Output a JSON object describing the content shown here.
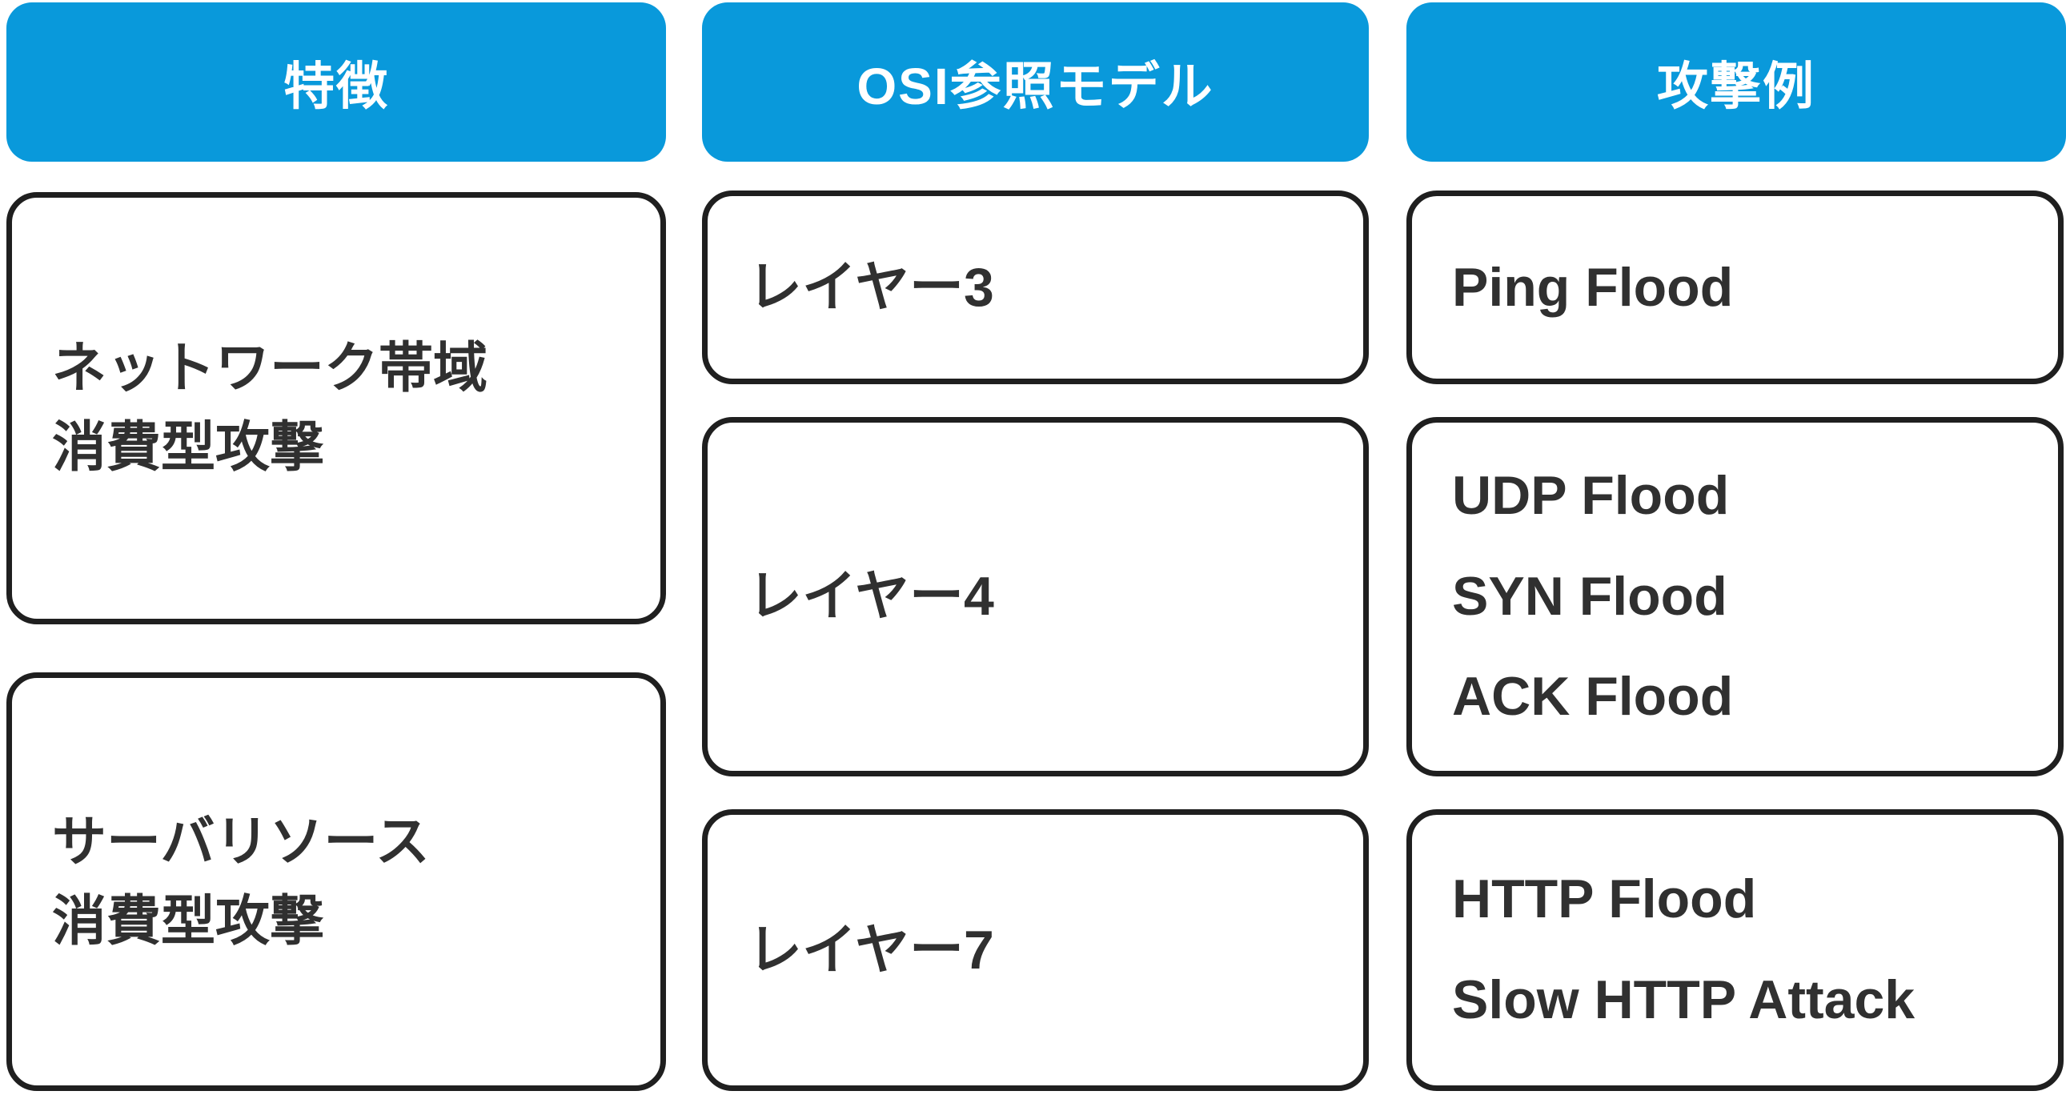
{
  "diagram": {
    "columns": [
      {
        "header": "特徴",
        "cells": [
          {
            "lines": [
              "ネットワーク帯域",
              "消費型攻撃"
            ]
          },
          {
            "lines": [
              "サーバリソース",
              "消費型攻撃"
            ]
          }
        ]
      },
      {
        "header": "OSI参照モデル",
        "cells": [
          {
            "lines": [
              "レイヤー3"
            ]
          },
          {
            "lines": [
              "レイヤー4"
            ]
          },
          {
            "lines": [
              "レイヤー7"
            ]
          }
        ]
      },
      {
        "header": "攻撃例",
        "cells": [
          {
            "lines": [
              "Ping Flood"
            ]
          },
          {
            "lines": [
              "UDP Flood",
              "SYN Flood",
              "ACK Flood"
            ]
          },
          {
            "lines": [
              "HTTP Flood",
              "Slow HTTP Attack"
            ]
          }
        ]
      }
    ]
  },
  "colors": {
    "header_bg": "#0999DB",
    "header_text": "#FFFFFF",
    "cell_border": "#1F1F1F",
    "cell_text": "#303030",
    "background": "#FFFFFF"
  }
}
